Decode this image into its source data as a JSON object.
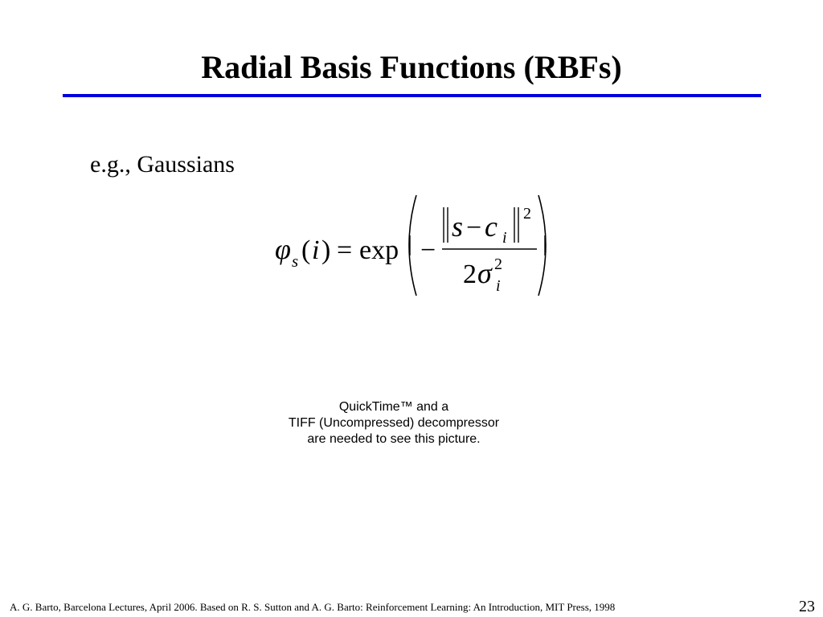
{
  "slide": {
    "title": "Radial Basis Functions (RBFs)",
    "accent_color": "#0000e0",
    "intro": "e.g., Gaussians",
    "equation": {
      "phi": "φ",
      "s_sub": "s",
      "lparen": "(",
      "i_arg": "i",
      "rparen": ")",
      "equals": "=",
      "exp": "exp",
      "minus": "−",
      "s": "s",
      "c": "c",
      "c_sub": "i",
      "norm_sup": "2",
      "two": "2",
      "sigma": "σ",
      "sigma_sup": "2",
      "sigma_sub": "i"
    },
    "placeholder": {
      "line1": "QuickTime™ and a",
      "line2": "TIFF (Uncompressed) decompressor",
      "line3": "are needed to see this picture."
    },
    "footer": "A. G. Barto, Barcelona Lectures, April 2006. Based on R. S. Sutton and A. G. Barto: Reinforcement Learning: An Introduction, MIT Press, 1998",
    "page_number": "23"
  }
}
